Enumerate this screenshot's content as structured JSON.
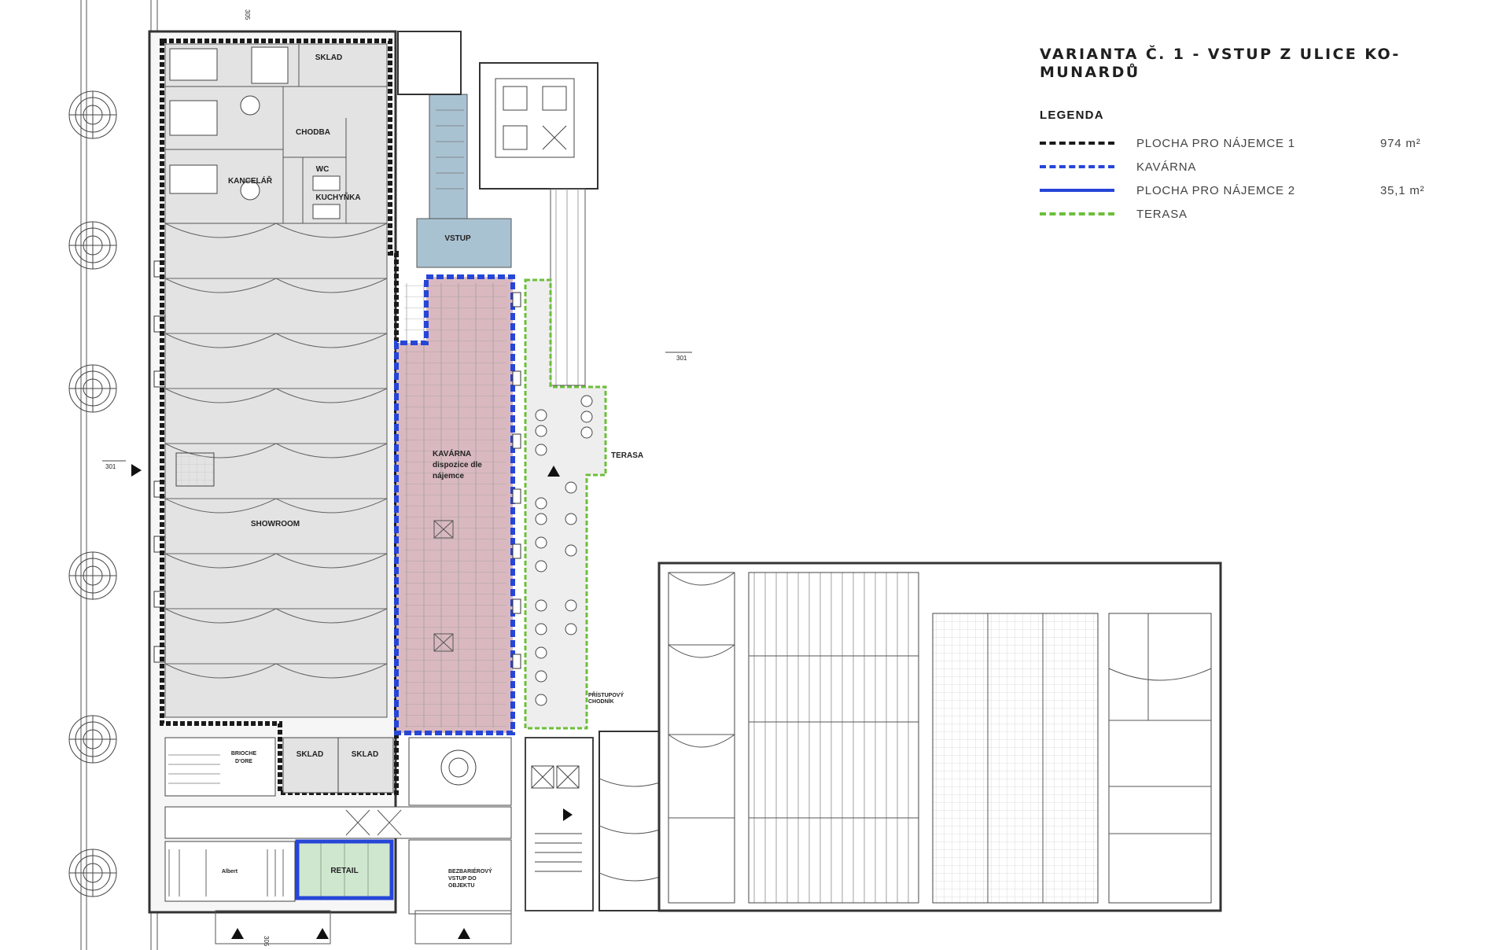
{
  "title": "VARIANTA Č. 1 - VSTUP Z ULICE KO-MUNARDŮ",
  "title_line1": "VARIANTA Č. 1 - VSTUP Z ULICE KO-",
  "title_line2": "MUNARDŮ",
  "legend": {
    "heading": "LEGENDA",
    "items": [
      {
        "label": "PLOCHA PRO NÁJEMCE 1",
        "area": "974 m²",
        "color": "#1a1a1a",
        "style": "dashed"
      },
      {
        "label": "KAVÁRNA",
        "area": "",
        "color": "#2646d8",
        "style": "dashed"
      },
      {
        "label": "PLOCHA PRO NÁJEMCE 2",
        "area": "35,1 m²",
        "color": "#2646d8",
        "style": "solid"
      },
      {
        "label": "TERASA",
        "area": "",
        "color": "#6cbf3a",
        "style": "dashed"
      }
    ]
  },
  "colors": {
    "tenant1_border": "#1a1a1a",
    "cafe_border": "#2646d8",
    "cafe_fill": "#d9b9bf",
    "retail_border": "#2646d8",
    "retail_fill": "#cfe6cf",
    "terrace_border": "#6cbf3a",
    "entrance_fill": "#a9c2d2",
    "room_fill": "#e3e3e3"
  },
  "rooms": {
    "sklad_top": "SKLAD",
    "chodba": "CHODBA",
    "kancelar": "KANCELÁŘ",
    "wc": "WC",
    "kuchynka": "KUCHYŇKA",
    "vstup": "VSTUP",
    "showroom": "SHOWROOM",
    "kavarna_line1": "KAVÁRNA",
    "kavarna_line2": "dispozice dle",
    "kavarna_line3": "nájemce",
    "terasa": "TERASA",
    "pristupovy_line1": "PŘÍSTUPOVÝ",
    "pristupovy_line2": "CHODNÍK",
    "sklad_bottom_1": "SKLAD",
    "sklad_bottom_2": "SKLAD",
    "brioche_line1": "BRIOCHE",
    "brioche_line2": "D'ORE",
    "retail": "RETAIL",
    "albert": "Albert",
    "bezbarierovy_line1": "BEZBARIÉROVÝ",
    "bezbarierovy_line2": "VSTUP DO",
    "bezbarierovy_line3": "OBJEKTU"
  },
  "dimension_marks": [
    "305",
    "301",
    "301",
    "305"
  ]
}
